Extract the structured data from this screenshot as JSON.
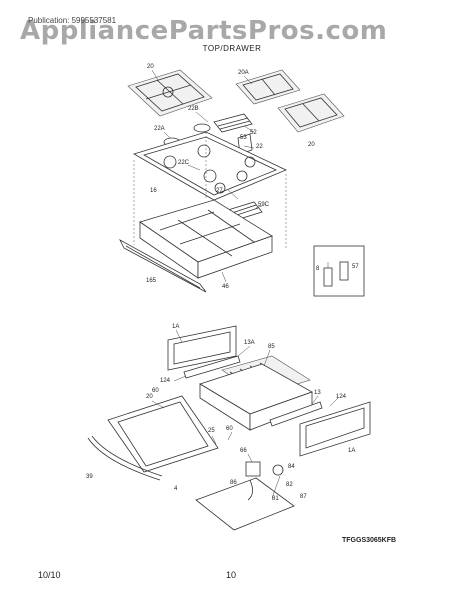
{
  "watermark": "AppliancePartsPros.com",
  "header_text": "Publication: 5995537581",
  "page_title": "TOP/DRAWER",
  "diagram_code": "TFGGS3065KFB",
  "footer": {
    "date": "10/10",
    "page": "10"
  },
  "callouts": {
    "c20a": "20",
    "c20b": "20A",
    "c20c": "20",
    "c22b": "22B",
    "c22a": "22A",
    "c52": "52",
    "c53": "53",
    "c22": "22",
    "c22c": "22C",
    "c27": "27",
    "c16": "16",
    "c59c": "59C",
    "c165": "165",
    "c46": "46",
    "c8": "8",
    "c57": "57",
    "c1aa": "1A",
    "c13a": "13A",
    "c85": "85",
    "c124a": "124",
    "c20d": "20",
    "c60a": "60",
    "c13": "13",
    "c124b": "124",
    "c25": "25",
    "c60b": "60",
    "c1ab": "1A",
    "c66": "66",
    "c39": "39",
    "c4": "4",
    "c86": "86",
    "c84": "84",
    "c82": "82",
    "c81": "81",
    "c87": "87"
  }
}
